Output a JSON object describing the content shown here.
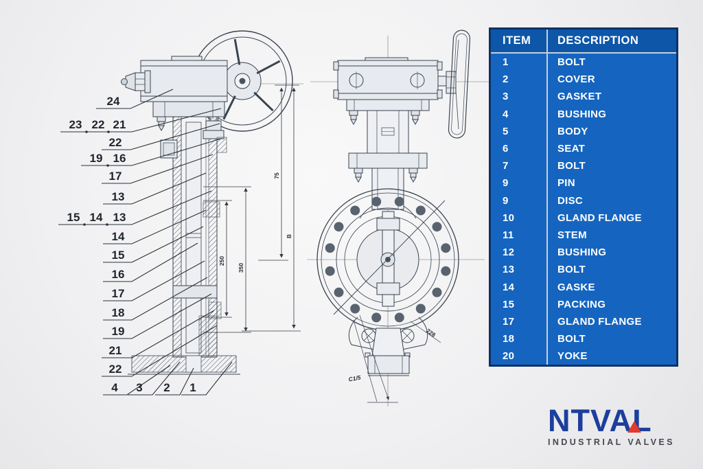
{
  "colors": {
    "table_blue": "#1565C0",
    "table_header_blue": "#0E56A8",
    "table_border_navy": "#0C3168",
    "row_divider_gray": "#C9D1DC",
    "logo_blue": "#1D3E9C",
    "logo_red": "#E23A2C",
    "drawing_line": "#3A4350",
    "background": "#EFEFF1"
  },
  "table": {
    "columns": [
      "ITEM",
      "DESCRIPTION"
    ],
    "rows": [
      {
        "item": "1",
        "desc": "BOLT"
      },
      {
        "item": "2",
        "desc": "COVER"
      },
      {
        "item": "3",
        "desc": "GASKET"
      },
      {
        "item": "4",
        "desc": "BUSHING"
      },
      {
        "item": "5",
        "desc": "BODY"
      },
      {
        "item": "6",
        "desc": "SEAT"
      },
      {
        "item": "7",
        "desc": "BOLT"
      },
      {
        "item": "9",
        "desc": "PIN"
      },
      {
        "item": "9",
        "desc": "DISC"
      },
      {
        "item": "10",
        "desc": "GLAND FLANGE"
      },
      {
        "item": "11",
        "desc": "STEM"
      },
      {
        "item": "12",
        "desc": "BUSHING"
      },
      {
        "item": "13",
        "desc": "BOLT"
      },
      {
        "item": "14",
        "desc": "GASKE"
      },
      {
        "item": "15",
        "desc": "PACKING"
      },
      {
        "item": "17",
        "desc": "GLAND FLANGE"
      },
      {
        "item": "18",
        "desc": "BOLT"
      },
      {
        "item": "20",
        "desc": "YOKE"
      }
    ]
  },
  "logo": {
    "name": "NTVAL",
    "tagline": "INDUSTRIAL VALVES"
  },
  "drawing": {
    "callouts": [
      "24",
      "23",
      "22",
      "21",
      "22",
      "19",
      "16",
      "17",
      "13",
      "15",
      "14",
      "13",
      "14",
      "15",
      "16",
      "17",
      "18",
      "19",
      "21",
      "22",
      "4",
      "3",
      "2",
      "1"
    ],
    "dimensions": {
      "inner_small": "250",
      "inner_large": "350",
      "outer_small": "75",
      "outer_large": "B",
      "flange_dim": "228",
      "angle_ref": "C1/5"
    }
  }
}
